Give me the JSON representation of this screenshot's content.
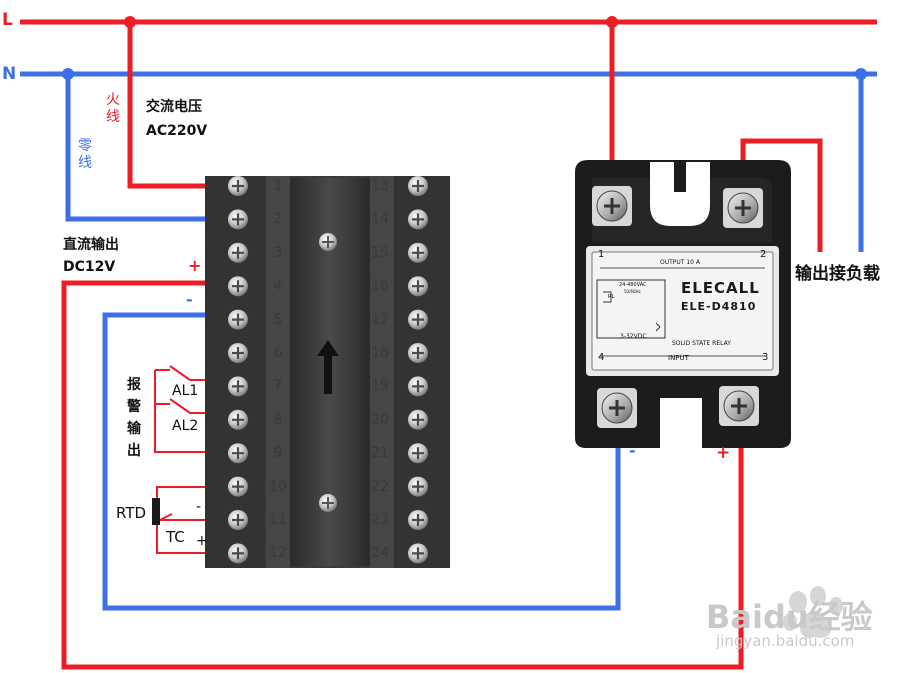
{
  "lines": {
    "live": "L",
    "neutral": "N"
  },
  "labels": {
    "huoxian": "火线",
    "lingxian": "零线",
    "ac_title": "交流电压",
    "ac_value": "AC220V",
    "dc_title": "直流输出",
    "dc_value": "DC12V",
    "dc_plus": "+",
    "dc_minus": "-",
    "alarm": "报警输出",
    "al1": "AL1",
    "al2": "AL2",
    "rtd": "RTD",
    "tc": "TC",
    "tc_minus": "-",
    "tc_plus": "+",
    "load_output": "输出接负载",
    "ssr_minus": "-",
    "ssr_plus": "+"
  },
  "controller": {
    "left_terminals": [
      "1",
      "2",
      "3",
      "4",
      "5",
      "6",
      "7",
      "8",
      "9",
      "10",
      "11",
      "12"
    ],
    "right_terminals": [
      "13",
      "14",
      "15",
      "16",
      "17",
      "18",
      "19",
      "20",
      "21",
      "22",
      "23",
      "24"
    ]
  },
  "relay": {
    "brand": "ELECALL",
    "model": "ELE-D4810",
    "output_label": "OUTPUT 10 A",
    "input_label": "INPUT",
    "type_label": "SOLID STATE RELAY",
    "ac_range": "24-480VAC",
    "ac_freq": "50/60Hz",
    "dc_range": "3-32VDC",
    "rl": "RL",
    "t1": "1",
    "t2": "2",
    "t3": "3",
    "t4": "4"
  },
  "watermark": {
    "brand": "Baidu经验",
    "url": "jingyan.baidu.com"
  },
  "colors": {
    "live": "#ee1c25",
    "neutral": "#3d6fe8",
    "panel": "#3b3b3b",
    "relay": "#1c1c1c"
  }
}
